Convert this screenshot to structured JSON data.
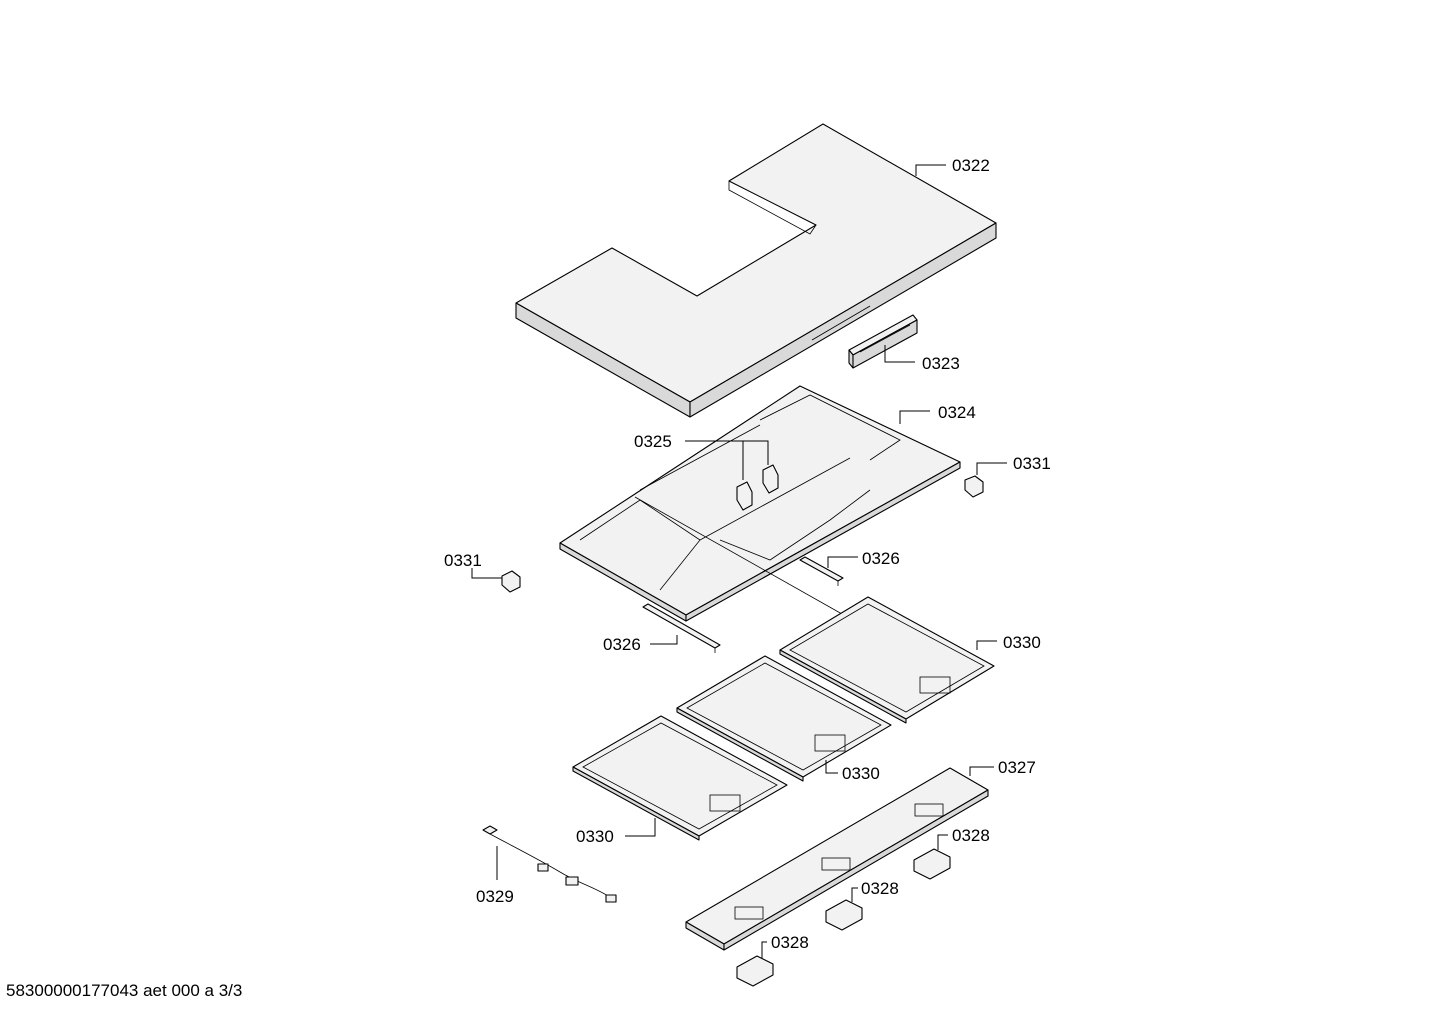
{
  "callouts": [
    {
      "id": "c0322",
      "label": "0322"
    },
    {
      "id": "c0323",
      "label": "0323"
    },
    {
      "id": "c0324",
      "label": "0324"
    },
    {
      "id": "c0325",
      "label": "0325"
    },
    {
      "id": "c0331a",
      "label": "0331"
    },
    {
      "id": "c0331b",
      "label": "0331"
    },
    {
      "id": "c0326a",
      "label": "0326"
    },
    {
      "id": "c0326b",
      "label": "0326"
    },
    {
      "id": "c0330a",
      "label": "0330"
    },
    {
      "id": "c0330b",
      "label": "0330"
    },
    {
      "id": "c0330c",
      "label": "0330"
    },
    {
      "id": "c0327",
      "label": "0327"
    },
    {
      "id": "c0328a",
      "label": "0328"
    },
    {
      "id": "c0328b",
      "label": "0328"
    },
    {
      "id": "c0328c",
      "label": "0328"
    },
    {
      "id": "c0329",
      "label": "0329"
    }
  ],
  "footer": {
    "text": "58300000177043 aet 000 a 3/3"
  }
}
